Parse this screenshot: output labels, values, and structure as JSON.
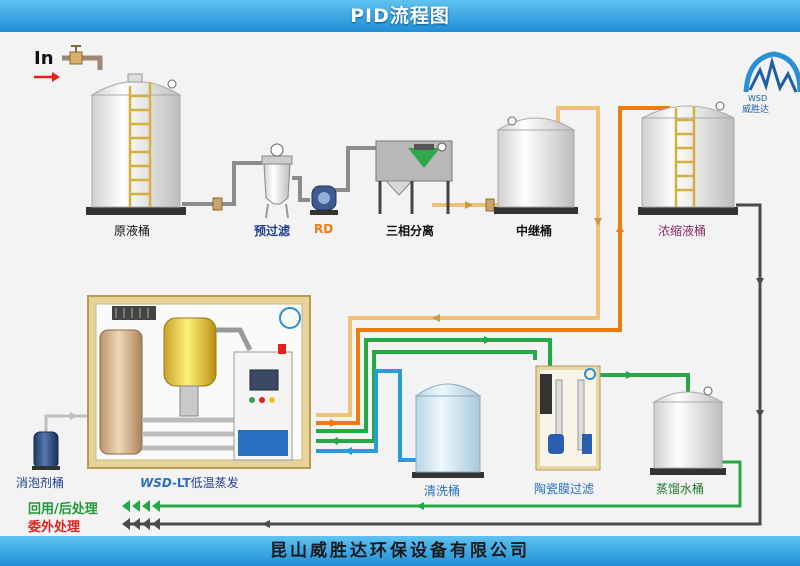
{
  "header": {
    "title": "PID流程图"
  },
  "footer": {
    "company": "昆山威胜达环保设备有限公司"
  },
  "inlet": {
    "label": "In"
  },
  "logo": {
    "caption_top": "WSD",
    "caption_bottom": "威胜达"
  },
  "nodes": {
    "raw_tank": "原液桶",
    "prefilter": "预过滤",
    "pump": "RD",
    "separator": "三相分离",
    "relay_tank": "中继桶",
    "concentrate_tank": "浓缩液桶",
    "defoamer_tank": "消泡剂桶",
    "evaporator_brand": "WSD",
    "evaporator_model": "-LT",
    "evaporator_name": "低温蒸发",
    "clean_tank": "清洗桶",
    "ceramic_filter": "陶瓷膜过滤",
    "distilled_tank": "蒸馏水桶"
  },
  "outputs": {
    "reuse": "回用/后处理",
    "outsource": "委外处理"
  },
  "colors": {
    "header": "#1e8fd6",
    "feed_pipe": "#f0c17a",
    "concentrate_pipe": "#f07a10",
    "water_pipe": "#25a846",
    "clean_pipe": "#2a9ad8",
    "waste_pipe": "#4a4a4a",
    "outsource_text": "#e2211d"
  }
}
